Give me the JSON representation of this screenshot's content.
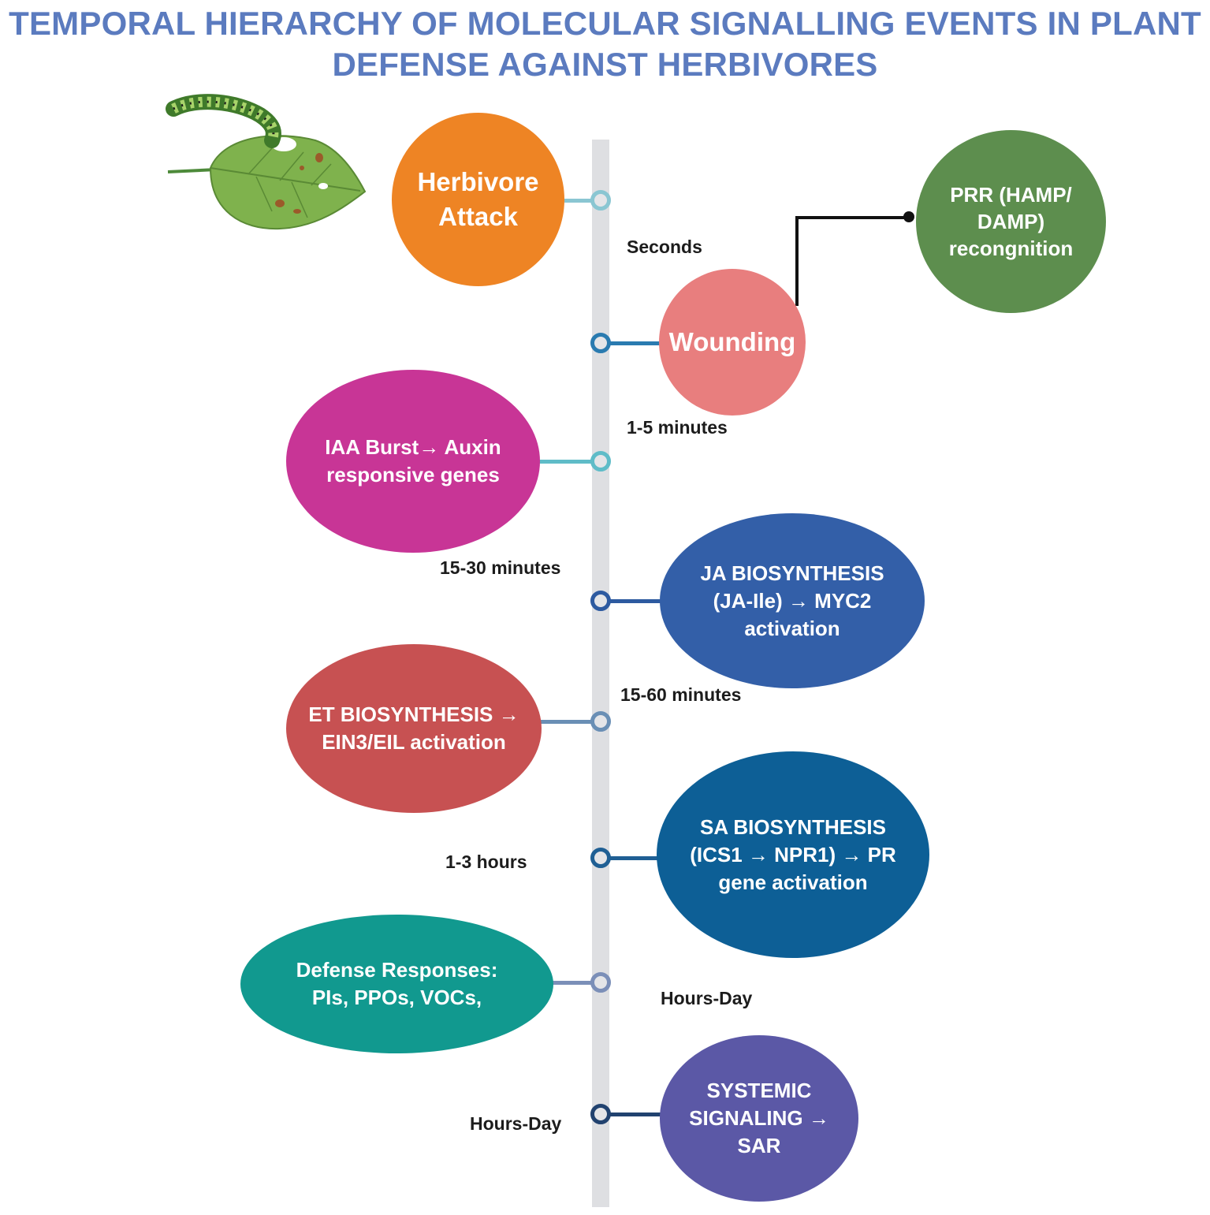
{
  "title": {
    "line1": "TEMPORAL HIERARCHY OF MOLECULAR SIGNALLING EVENTS IN PLANT",
    "line2": "DEFENSE AGAINST HERBIVORES"
  },
  "illustration": {
    "icon": "caterpillar-on-leaf-icon"
  },
  "colors": {
    "title": "#5b7bbf",
    "timeline": "#dedfe2"
  },
  "events": [
    {
      "label": "Herbivore\nAttack",
      "color": "#ee8424",
      "dot_color": "#8ac6d2"
    },
    {
      "label": "Wounding",
      "color": "#e87e7e",
      "dot_color": "#2a7bb0"
    },
    {
      "label": "IAA Burst→ Auxin\nresponsive genes",
      "color": "#c83596",
      "dot_color": "#5fbcc8"
    },
    {
      "label": "JA BIOSYNTHESIS\n(JA-Ile) → MYC2\nactivation",
      "color": "#335fa8",
      "dot_color": "#2d5aa0"
    },
    {
      "label": "ET BIOSYNTHESIS →\nEIN3/EIL activation",
      "color": "#c75152",
      "dot_color": "#6a8fb5"
    },
    {
      "label": "SA BIOSYNTHESIS\n(ICS1 → NPR1) → PR\ngene activation",
      "color": "#0d5f96",
      "dot_color": "#1f5f94"
    },
    {
      "label": "Defense Responses:\nPIs, PPOs, VOCs,",
      "color": "#11998f",
      "dot_color": "#7b8fb8"
    },
    {
      "label": "SYSTEMIC\nSIGNALING  →\nSAR",
      "color": "#5b58a6",
      "dot_color": "#21426f"
    }
  ],
  "side_event": {
    "label": "PRR (HAMP/\nDAMP)\nrecongnition",
    "color": "#5d8e4e"
  },
  "time_labels": [
    "Seconds",
    "1-5 minutes",
    "15-30 minutes",
    "15-60 minutes",
    "1-3 hours",
    "Hours-Day",
    "Hours-Day"
  ]
}
